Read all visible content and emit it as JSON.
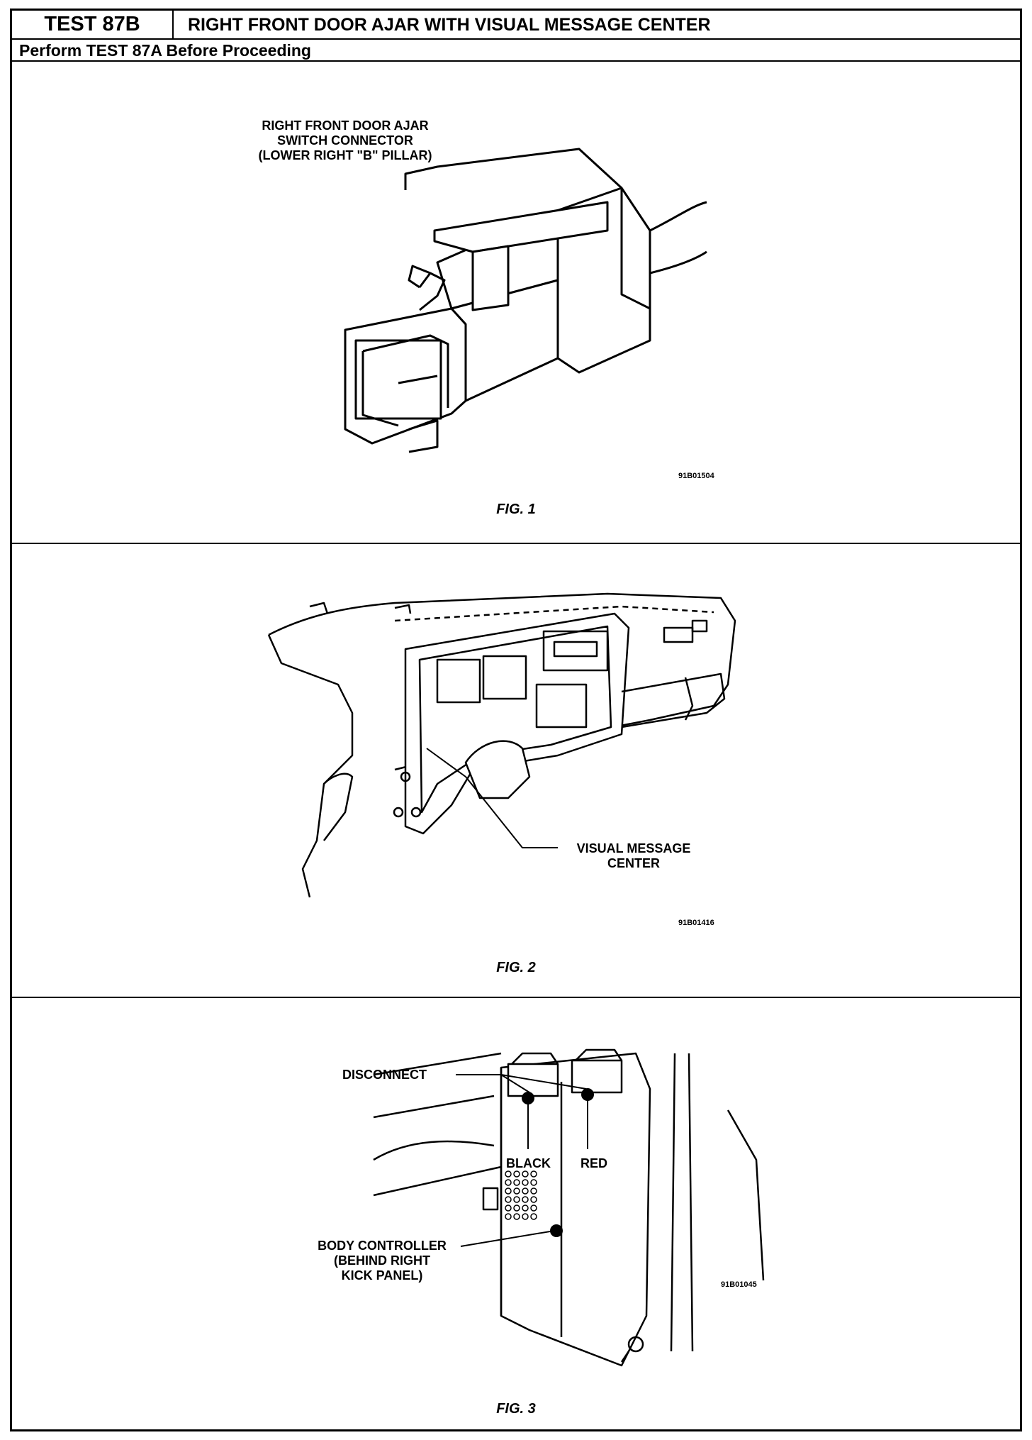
{
  "header": {
    "test_id": "TEST 87B",
    "title": "RIGHT FRONT DOOR AJAR WITH VISUAL MESSAGE CENTER",
    "prerequisite": "Perform TEST 87A Before Proceeding"
  },
  "figures": [
    {
      "caption": "FIG. 1",
      "code": "91B01504",
      "labels": [
        "RIGHT FRONT DOOR AJAR",
        "SWITCH CONNECTOR",
        "(LOWER RIGHT \"B\" PILLAR)"
      ]
    },
    {
      "caption": "FIG. 2",
      "code": "91B01416",
      "labels": [
        "VISUAL MESSAGE",
        "CENTER"
      ]
    },
    {
      "caption": "FIG. 3",
      "code": "91B01045",
      "labels": {
        "disconnect": "DISCONNECT",
        "black": "BLACK",
        "red": "RED",
        "body_controller": [
          "BODY CONTROLLER",
          "(BEHIND RIGHT",
          "KICK PANEL)"
        ]
      }
    }
  ]
}
